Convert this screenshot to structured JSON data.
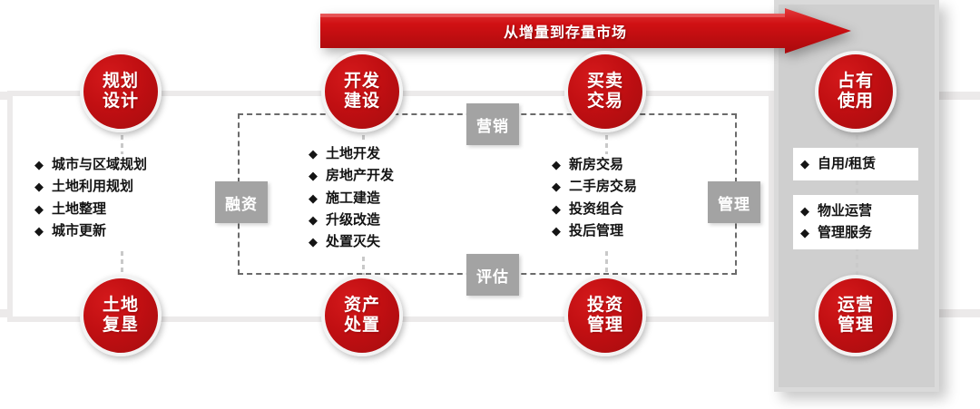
{
  "arrow": {
    "label": "从增量到存量市场",
    "color": "#cf0a0e"
  },
  "colors": {
    "circle_red": "#c10f12",
    "tag_gray": "#a3a3a3",
    "panel_gray": "#cfcfcf",
    "band_gray": "#eceaea",
    "text_black": "#141414"
  },
  "circles": {
    "top": [
      {
        "name": "planning-design",
        "line1": "规划",
        "line2": "设计"
      },
      {
        "name": "development-construction",
        "line1": "开发",
        "line2": "建设"
      },
      {
        "name": "buy-sell-transaction",
        "line1": "买卖",
        "line2": "交易"
      },
      {
        "name": "occupy-use",
        "line1": "占有",
        "line2": "使用"
      }
    ],
    "bottom": [
      {
        "name": "land-reclamation",
        "line1": "土地",
        "line2": "复垦"
      },
      {
        "name": "asset-disposal",
        "line1": "资产",
        "line2": "处置"
      },
      {
        "name": "investment-management",
        "line1": "投资",
        "line2": "管理"
      },
      {
        "name": "operation-management",
        "line1": "运营",
        "line2": "管理"
      }
    ]
  },
  "bullet_marker": "◆",
  "columns": [
    {
      "name": "planning-items",
      "items": [
        "城市与区域规划",
        "土地利用规划",
        "土地整理",
        "城市更新"
      ]
    },
    {
      "name": "development-items",
      "items": [
        "土地开发",
        "房地产开发",
        "施工建造",
        "升级改造",
        "处置灭失"
      ]
    },
    {
      "name": "transaction-items",
      "items": [
        "新房交易",
        "二手房交易",
        "投资组合",
        "投后管理"
      ]
    }
  ],
  "right_boxes": [
    {
      "name": "self-use-lease-box",
      "items": [
        "自用/租赁"
      ]
    },
    {
      "name": "operation-service-box",
      "items": [
        "物业运营",
        "管理服务"
      ]
    }
  ],
  "tags": [
    {
      "name": "financing-tag",
      "label": "融资"
    },
    {
      "name": "marketing-tag",
      "label": "营销"
    },
    {
      "name": "valuation-tag",
      "label": "评估"
    },
    {
      "name": "management-tag",
      "label": "管理"
    }
  ]
}
